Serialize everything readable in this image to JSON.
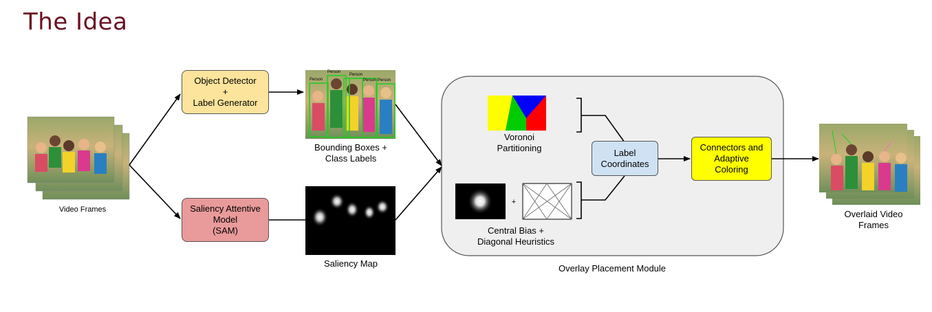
{
  "title": "The Idea",
  "nodes": {
    "video_frames": "Video Frames",
    "object_detector": "Object Detector\n+\nLabel Generator",
    "saliency_model": "Saliency Attentive\nModel\n(SAM)",
    "bounding_boxes": "Bounding Boxes +\nClass Labels",
    "saliency_map": "Saliency Map",
    "voronoi": "Voronoi\nPartitioning",
    "central_bias": "Central Bias +\nDiagonal Heuristics",
    "plus_sign": "+",
    "label_coordinates": "Label\nCoordinates",
    "connectors": "Connectors and\nAdaptive\nColoring",
    "overlaid_frames": "Overlaid Video\nFrames",
    "module_label": "Overlay Placement Module"
  },
  "detection_labels": [
    "Person",
    "Person",
    "Person",
    "Person",
    "Person"
  ],
  "colors": {
    "title": "#6b1020",
    "object_detector_fill": "#fde49c",
    "saliency_model_fill": "#e99a9a",
    "label_coordinates_fill": "#cfe2f3",
    "connectors_fill": "#ffff00",
    "module_fill": "#efefef",
    "voronoi_yellow": "#ffff00",
    "voronoi_blue": "#0000ff",
    "voronoi_green": "#00cc00",
    "voronoi_red": "#ff0000"
  }
}
